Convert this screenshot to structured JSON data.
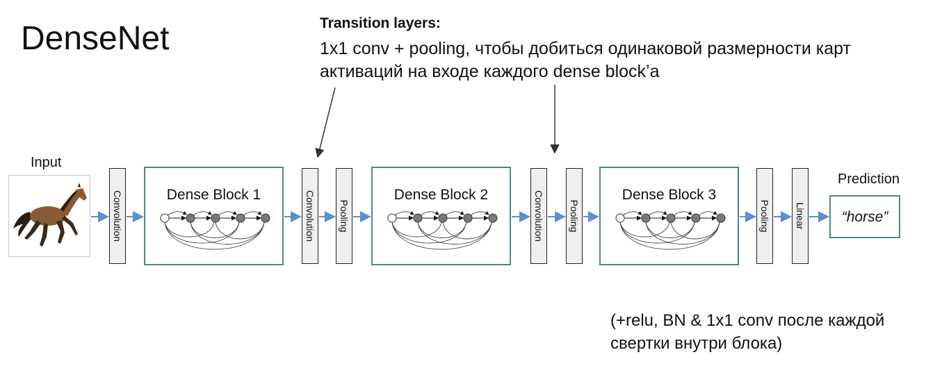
{
  "title": "DenseNet",
  "annotation": {
    "heading": "Transition layers:",
    "body": "1x1 conv + pooling, чтобы добиться одинаковой размерности карт активаций на входе каждого dense block’а"
  },
  "input_label": "Input",
  "prediction_label": "Prediction",
  "prediction_value": "“horse”",
  "layers": {
    "conv0": "Convolution",
    "conv1": "Convolution",
    "pool1": "Pooling",
    "conv2": "Convolution",
    "pool2": "Pooling",
    "pool3": "Pooling",
    "linear": "Linear"
  },
  "dense_blocks": [
    "Dense Block 1",
    "Dense Block 2",
    "Dense Block 3"
  ],
  "footnote": "(+relu, BN & 1x1 conv после каждой свертки внутри блока)",
  "colors": {
    "block_border": "#4b8a8a",
    "arrow": "#5b8fd0",
    "node_fill": "#7a7a7a",
    "layer_fill": "#efefef"
  }
}
